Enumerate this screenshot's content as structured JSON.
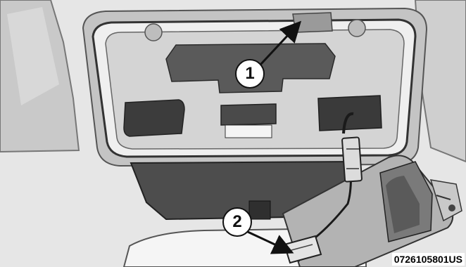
{
  "callouts": [
    {
      "number": "1",
      "target": "overhead console mounting screw"
    },
    {
      "number": "2",
      "target": "wiring connector"
    }
  ],
  "figure_code": "0726105801US"
}
